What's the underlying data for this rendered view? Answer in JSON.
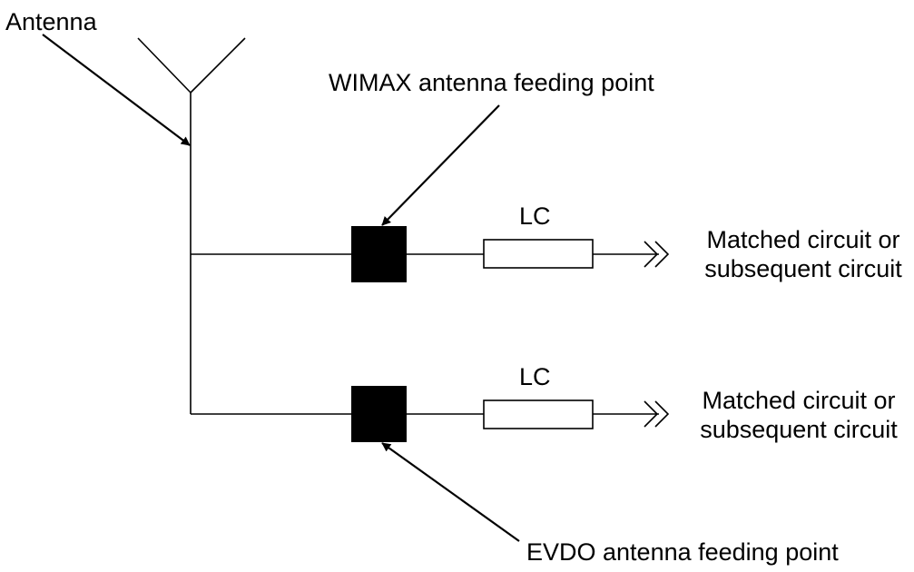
{
  "labels": {
    "antenna": "Antenna",
    "wimax_feed": "WIMAX antenna feeding point",
    "evdo_feed": "EVDO antenna feeding point",
    "lc_top": "LC",
    "lc_bottom": "LC",
    "output_top_line1": "Matched circuit or",
    "output_top_line2": "subsequent circuit",
    "output_bottom_line1": "Matched circuit or",
    "output_bottom_line2": "subsequent circuit"
  },
  "icons": {
    "antenna": "antenna-symbol-icon",
    "feed_block": "filled-square-icon",
    "component": "resistor-box-icon",
    "continuation": "double-chevron-right-icon"
  }
}
